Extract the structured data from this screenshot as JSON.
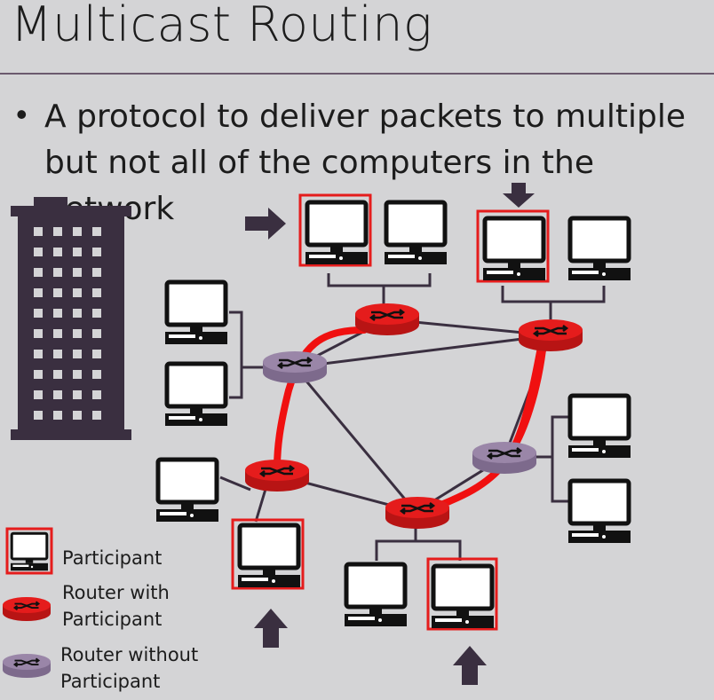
{
  "slide": {
    "title": "Multicast Routing",
    "bullet": "A protocol to deliver packets to multiple but not all of the computers in the network"
  },
  "legend": {
    "participant": "Participant",
    "router_with_participant_line1": "Router with",
    "router_with_participant_line2": "Participant",
    "router_without_participant_line1": "Router without",
    "router_without_participant_line2": "Participant"
  },
  "colors": {
    "background": "#d4d4d6",
    "building": "#3a2f40",
    "router_with": "#e51c1c",
    "router_without": "#9a86a8",
    "multicast_path": "#f01010",
    "participant_outline": "#e51c1c",
    "link": "#3a2f40"
  },
  "icons": {
    "building": "office-building-icon",
    "computer": "computer-icon",
    "router": "router-icon",
    "arrow": "arrow-icon"
  }
}
